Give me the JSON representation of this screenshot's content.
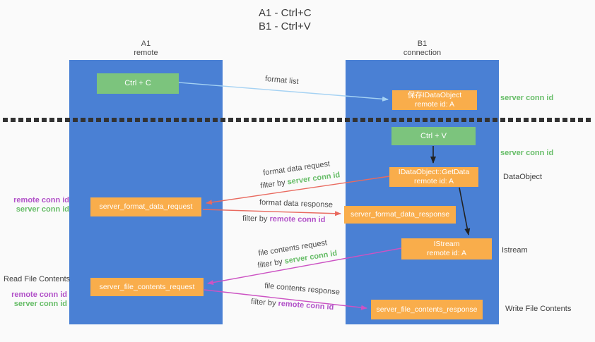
{
  "title": {
    "line1": "A1 - Ctrl+C",
    "line2": "B1 - Ctrl+V"
  },
  "columns": [
    {
      "label": "A1",
      "sublabel": "remote"
    },
    {
      "label": "B1",
      "sublabel": "connection"
    }
  ],
  "boxes": {
    "ctrl_c": {
      "label": "Ctrl + C"
    },
    "save_dataobject": {
      "line1": "保存IDataObject",
      "line2": "remote id: A"
    },
    "ctrl_v": {
      "label": "Ctrl + V"
    },
    "getdata": {
      "line1": "IDataObject::GetData",
      "line2": "remote id: A"
    },
    "format_request": {
      "label": "server_format_data_request"
    },
    "format_response": {
      "label": "server_format_data_response"
    },
    "istream": {
      "line1": "IStream",
      "line2": "remote id: A"
    },
    "file_request": {
      "label": "server_file_contents_request"
    },
    "file_response": {
      "label": "server_file_contents_response"
    }
  },
  "side_labels": {
    "server_conn_top": "server conn id",
    "server_conn_mid": "server conn id",
    "dataobject": "DataObject",
    "istream": "Istream",
    "write_file_contents": "Write File Contents",
    "remote_conn_left1": "remote conn id",
    "server_conn_left1": "server conn id",
    "read_file_contents": "Read File Contents",
    "remote_conn_left2": "remote conn id",
    "server_conn_left2": "server conn id"
  },
  "arrow_labels": {
    "format_list": "format list",
    "format_data_request": "format data request",
    "filter_by_1": "filter by",
    "filter_server_1": "server conn id",
    "format_data_response": "format data response",
    "filter_by_2": "filter by",
    "filter_remote_1": "remote conn id",
    "file_contents_request": "file contents request",
    "filter_by_3": "filter by",
    "filter_server_2": "server conn id",
    "file_contents_response": "file contents response",
    "filter_by_4": "filter by",
    "filter_remote_2": "remote conn id"
  },
  "colors": {
    "column_blue": "#4a80d4",
    "box_green": "#7cc47d",
    "box_orange": "#f9ad4b",
    "green_text": "#67bd68",
    "purple_text": "#b150c8",
    "arrow_blue": "#a5d2f3",
    "arrow_red": "#e96a5f",
    "arrow_magenta": "#cc53c3",
    "arrow_black": "#222222",
    "text_dark": "#3f3f3f",
    "background": "#fafafa"
  }
}
